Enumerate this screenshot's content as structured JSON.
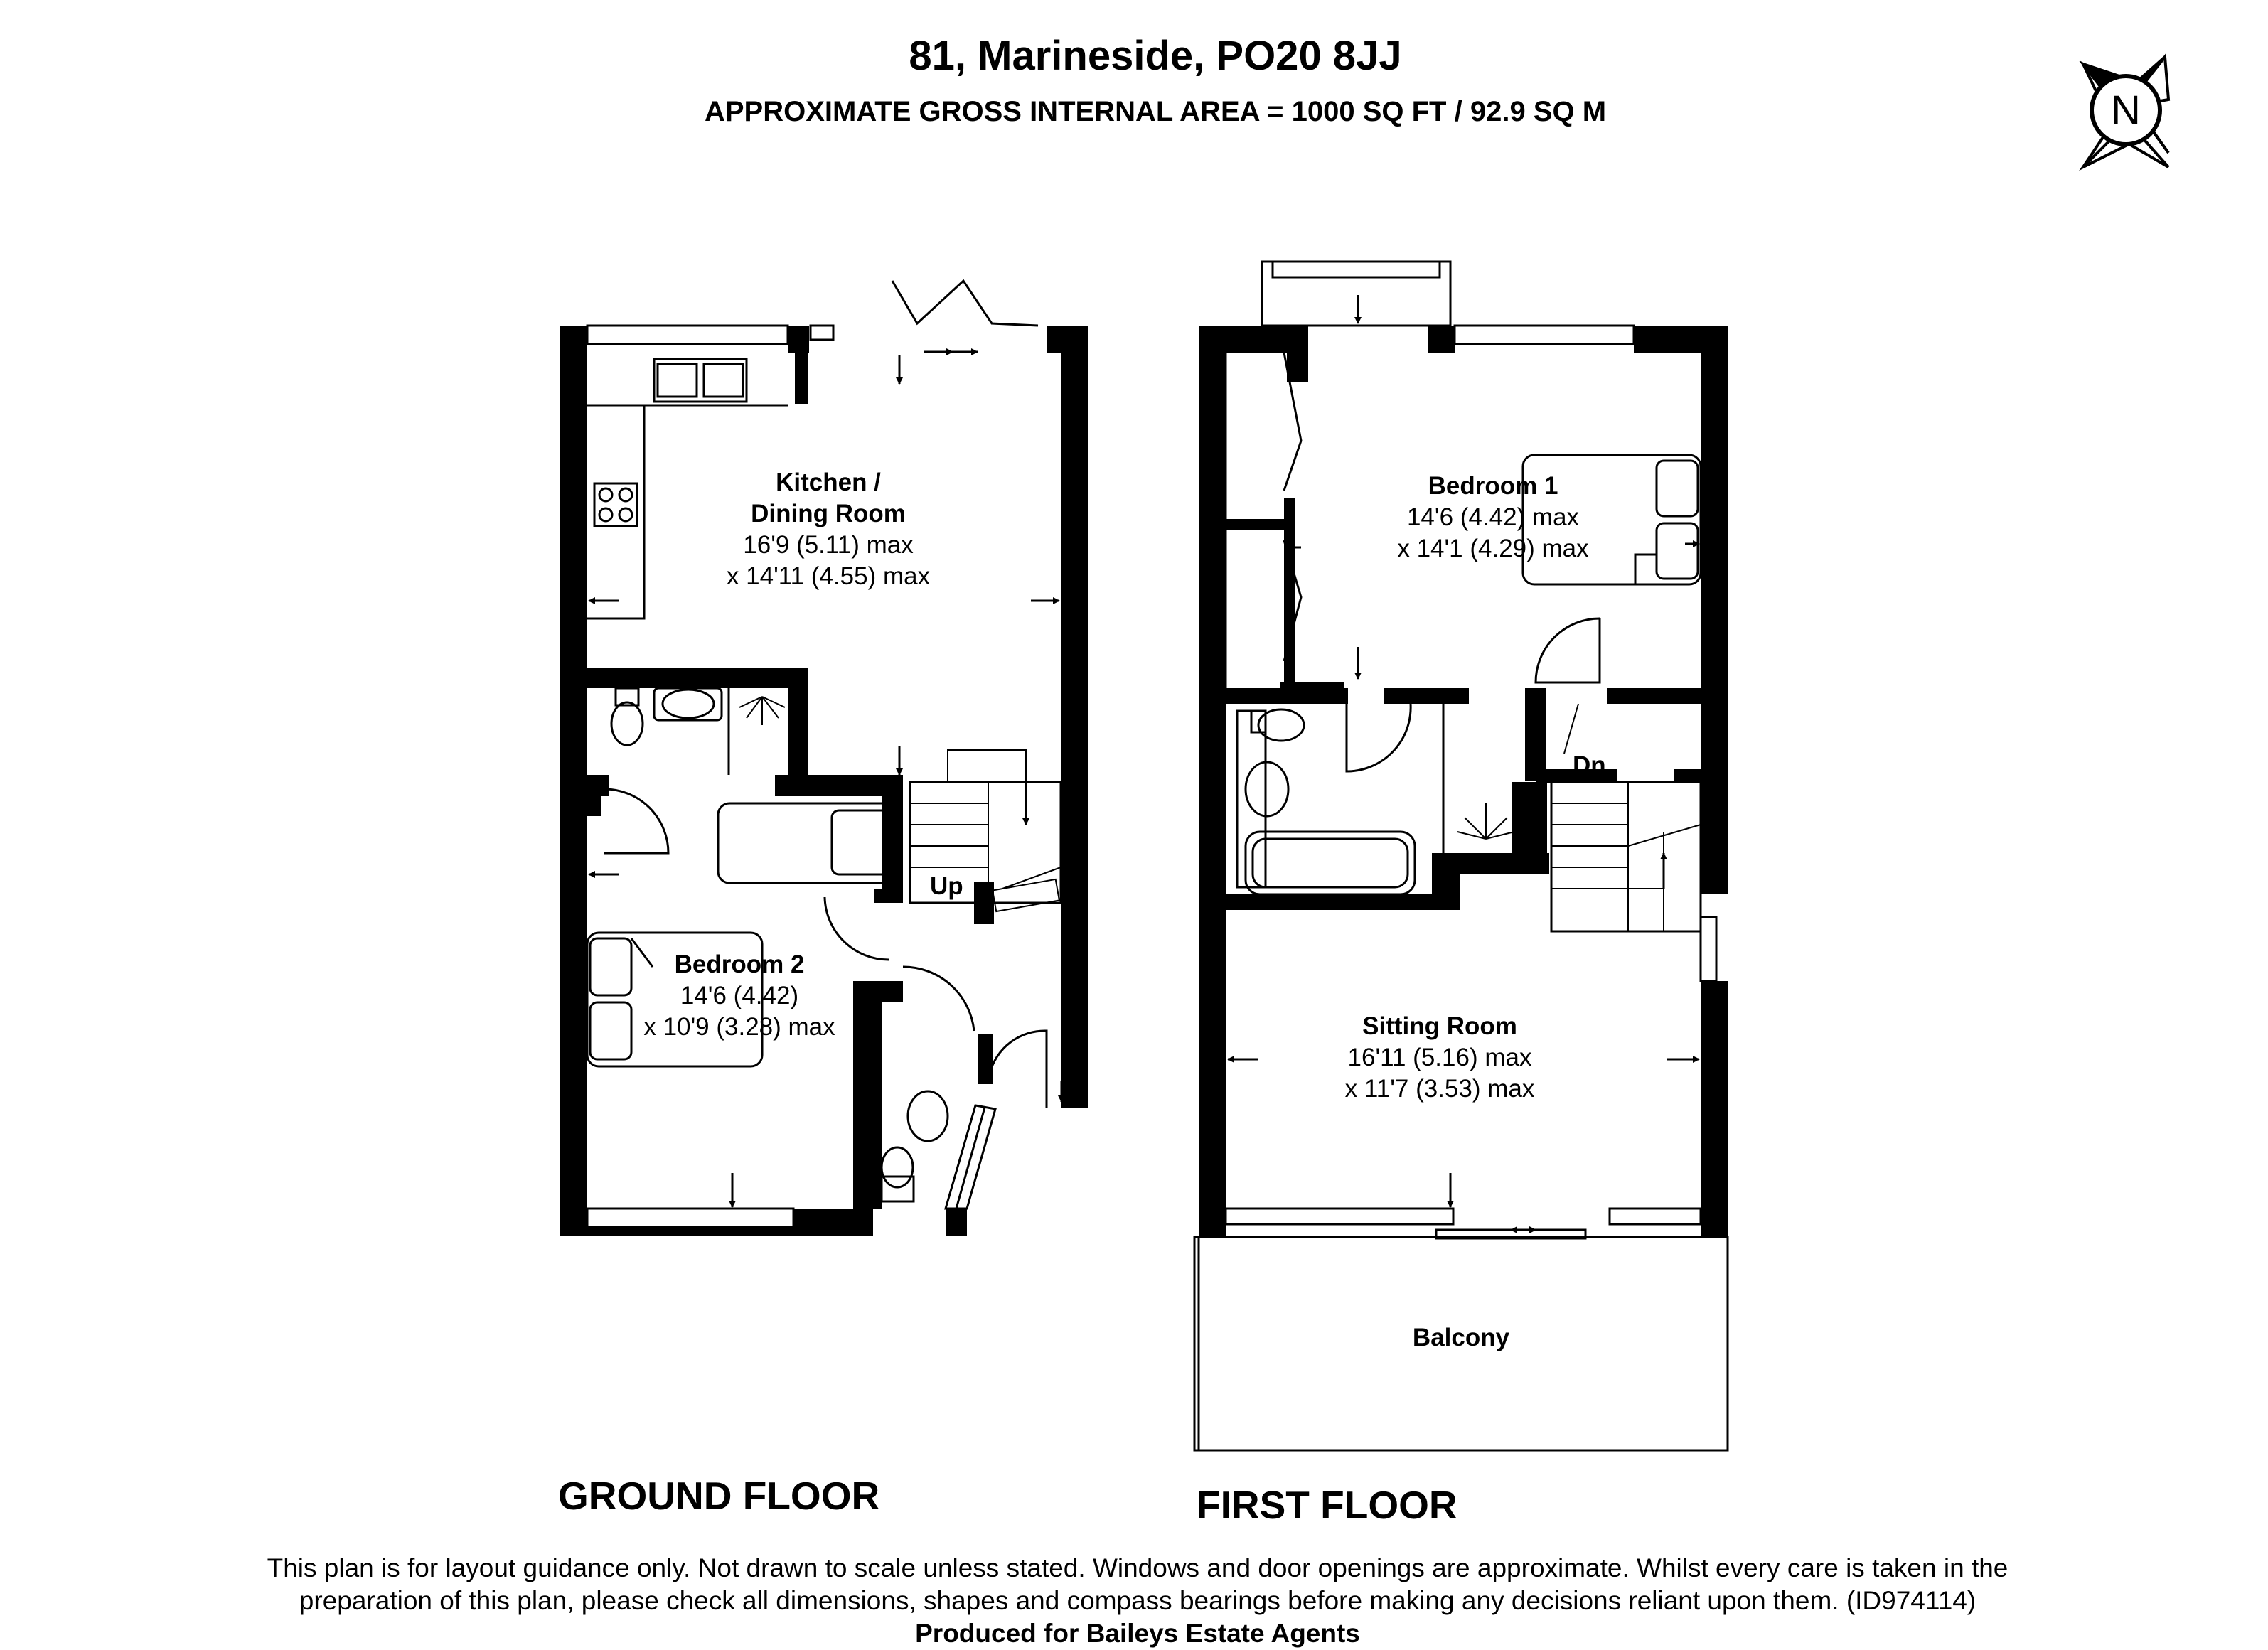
{
  "header": {
    "address": "81, Marineside, PO20 8JJ",
    "area": "APPROXIMATE GROSS INTERNAL AREA = 1000 SQ FT / 92.9 SQ M"
  },
  "compass": {
    "icon": "compass-north-icon",
    "label": "N"
  },
  "ground_floor": {
    "label": "GROUND FLOOR",
    "stair_label": "Up",
    "rooms": {
      "kitchen": {
        "name_line1": "Kitchen /",
        "name_line2": "Dining Room",
        "dim1": "16'9 (5.11) max",
        "dim2": "x 14'11 (4.55) max"
      },
      "bedroom2": {
        "name": "Bedroom 2",
        "dim1": "14'6 (4.42)",
        "dim2": "x 10'9 (3.28) max"
      }
    }
  },
  "first_floor": {
    "label": "FIRST FLOOR",
    "stair_label": "Dn",
    "rooms": {
      "bedroom1": {
        "name": "Bedroom 1",
        "dim1": "14'6 (4.42) max",
        "dim2": "x 14'1 (4.29) max"
      },
      "sitting": {
        "name": "Sitting Room",
        "dim1": "16'11 (5.16) max",
        "dim2": "x 11'7 (3.53) max"
      },
      "balcony": {
        "name": "Balcony"
      }
    }
  },
  "footer": {
    "disclaimer_line1": "This plan is for layout guidance only. Not drawn to scale unless stated. Windows and door openings are approximate. Whilst every care is taken in the",
    "disclaimer_line2": "preparation of this plan, please check all dimensions, shapes and compass bearings before making any decisions reliant upon them. (ID974114)",
    "produced_for": "Produced for Baileys Estate Agents"
  }
}
